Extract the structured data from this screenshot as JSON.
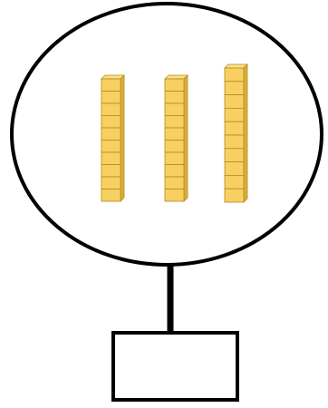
{
  "diagram": {
    "kind": "place-value-bubble-map",
    "outline_color": "#000000",
    "block_fill": "#F7D061",
    "block_edge": "#B58A1B",
    "tens_rods": [
      {
        "cubes": 10
      },
      {
        "cubes": 10
      },
      {
        "cubes": 10
      }
    ],
    "answer_box_value": ""
  }
}
